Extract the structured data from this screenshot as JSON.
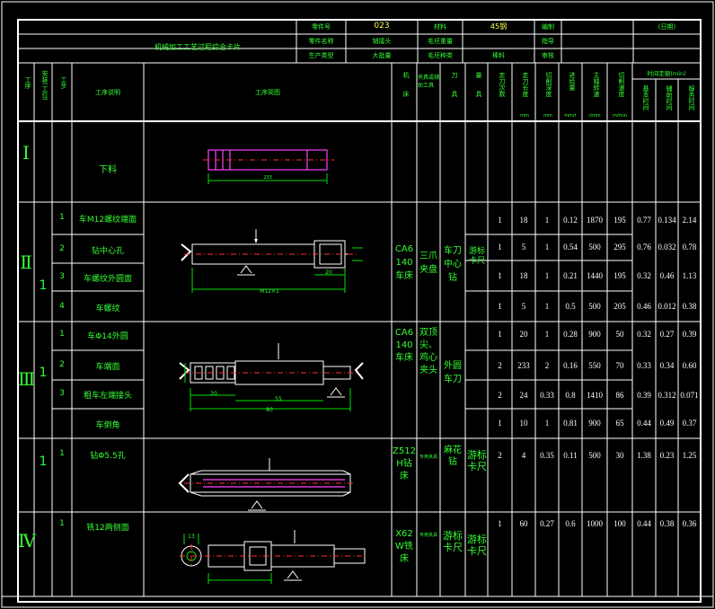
{
  "header": {
    "title": "机械加工工艺过程综合卡片",
    "r1": {
      "l1": "零件号",
      "v1": "023",
      "l2": "材料",
      "v2": "45钢",
      "l3": "编制",
      "v3": "",
      "v4": "(日期)"
    },
    "r2": {
      "l1": "零件名称",
      "v1": "销接头",
      "l2": "毛坯重量",
      "v2": "",
      "l3": "指导"
    },
    "r3": {
      "l1": "生产类型",
      "v1": "大批量",
      "l2": "毛坯种类",
      "v2": "棒料",
      "l3": "审核"
    }
  },
  "columns": {
    "c0": "工序",
    "c1": "安装(工位)",
    "c2": "工步",
    "c3": "工序说明",
    "c4": "工序简图",
    "c5": "机床",
    "c6": "夹具或辅助工具",
    "c7": "刀具",
    "c8": "量具",
    "c9": "走刀次数",
    "c10": "走刀长度",
    "c11": "切削深度",
    "c12": "进给量",
    "c13": "主轴转速",
    "c14": "切削速度",
    "c15": "基本时间",
    "c16": "辅助时间",
    "c17": "服务时间",
    "time_group": "时间定额(min)",
    "u10": "mm",
    "u11": "mm",
    "u12": "mm/r",
    "u13": "r/min",
    "u14": "m/min"
  },
  "sections": {
    "s1": {
      "num": "Ⅰ",
      "step1": "下料"
    },
    "s2": {
      "num": "Ⅱ",
      "install": "1",
      "steps": [
        {
          "n": "1",
          "d": "车M12螺纹端面",
          "v": [
            "1",
            "18",
            "1",
            "0.12",
            "1870",
            "195",
            "0.77",
            "0.134",
            "2.14"
          ]
        },
        {
          "n": "2",
          "d": "钻中心孔",
          "v": [
            "1",
            "5",
            "1",
            "0.54",
            "500",
            "295",
            "0.76",
            "0.032",
            "0.78"
          ]
        },
        {
          "n": "3",
          "d": "车螺纹外圆面",
          "v": [
            "1",
            "18",
            "1",
            "0.21",
            "1440",
            "195",
            "0.32",
            "0.46",
            "1.13"
          ]
        },
        {
          "n": "4",
          "d": "车螺纹",
          "v": [
            "1",
            "5",
            "1",
            "0.5",
            "500",
            "205",
            "0.46",
            "0.012",
            "0.38"
          ]
        }
      ],
      "machine": "CA6140车床",
      "fixture": "三爪夹盘",
      "tool": "车刀中心钻",
      "gauge": "游标卡尺"
    },
    "s3": {
      "num": "Ⅲ",
      "install": "1",
      "steps": [
        {
          "n": "1",
          "d": "车Φ14外圆",
          "v": [
            "1",
            "20",
            "1",
            "0.28",
            "900",
            "50",
            "0.32",
            "0.27",
            "0.39"
          ]
        },
        {
          "n": "2",
          "d": "车端面",
          "v": [
            "2",
            "233",
            "2",
            "0.16",
            "550",
            "70",
            "0.33",
            "0.34",
            "0.60"
          ]
        },
        {
          "n": "3",
          "d": "粗车左端接头",
          "v": [
            "2",
            "24",
            "0.33",
            "0.8",
            "1410",
            "86",
            "0.39",
            "0.312",
            "0.071"
          ]
        },
        {
          "n": "",
          "d": "车倒角",
          "v": [
            "1",
            "10",
            "1",
            "0.81",
            "900",
            "65",
            "0.44",
            "0.49",
            "0.37"
          ]
        }
      ],
      "machine": "CA6140车床",
      "fixture": "双顶尖、鸡心夹头",
      "tool": "外圆车刀"
    },
    "s4": {
      "install": "1",
      "step": "1",
      "desc": "钻Φ5.5孔",
      "v": [
        "2",
        "4",
        "",
        "0.35",
        "0.11",
        "500",
        "30",
        "1.38",
        "0.23",
        "1.25"
      ],
      "machine": "Z512H钻床",
      "fixture": "专用夹具",
      "tool": "麻花钻",
      "gauge": "游标卡尺"
    },
    "s5": {
      "num": "Ⅳ",
      "step": "1",
      "desc": "铣12两侧面",
      "v": [
        "1",
        "60",
        "0.27",
        "0.6",
        "1000",
        "100",
        "0.44",
        "0.38",
        "0.36"
      ],
      "machine": "X62W铣床",
      "fixture": "专用夹具",
      "tool": "游标卡尺",
      "gauge": "游标卡尺"
    }
  },
  "drawings": {
    "d2_dim1": "M12×1",
    "d2_dim2": "20",
    "d3_dim1": "55",
    "d3_dim2": "80",
    "d3_dim3": "20"
  }
}
